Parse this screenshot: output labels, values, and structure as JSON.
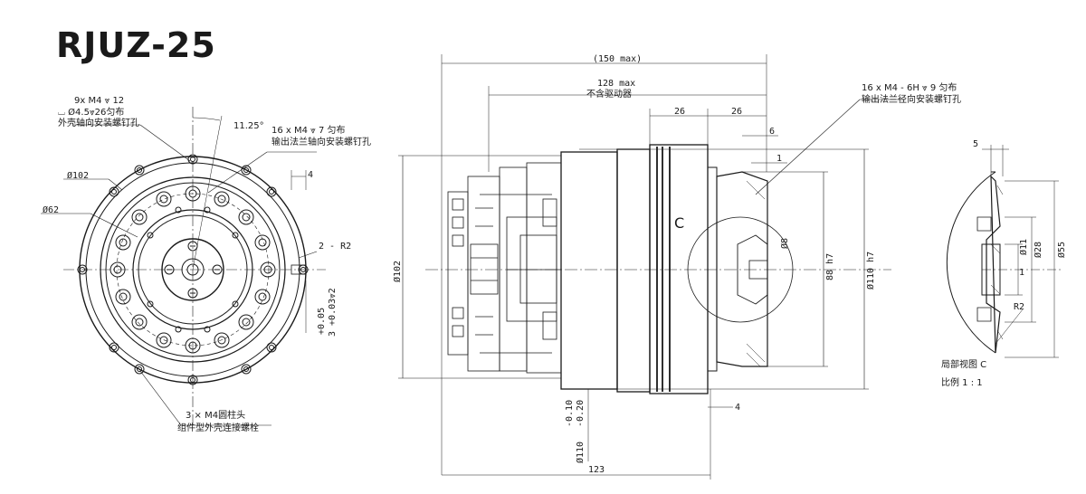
{
  "title": "RJUZ-25",
  "front_view": {
    "hole_spec_1": "9x M4 ⩔ 12",
    "hole_spec_2": "⌴ Ø4.5⩔26匀布",
    "hole_desc": "外壳轴向安装螺钉孔",
    "angle": "11.25°",
    "output_holes": "16 x M4 ⩔ 7 匀布",
    "output_desc": "输出法兰轴向安装螺钉孔",
    "dia_outer": "Ø102",
    "dia_inner": "Ø62",
    "dim_4": "4",
    "radius": "2 - R2",
    "tol_1": "+0.05",
    "tol_2": "3 +0.03⩔2",
    "bolt_spec": "3 × M4圆柱头",
    "bolt_desc": "组件型外壳连接螺栓"
  },
  "side_view": {
    "length_max": "(150 max)",
    "length_128": "128 max",
    "no_driver": "不含驱动器",
    "dim_26a": "26",
    "dim_26b": "26",
    "dim_6": "6",
    "dim_1": "1",
    "radial_holes": "16 x  M4 - 6H ⩔ 9 匀布",
    "radial_desc": "输出法兰径向安装螺钉孔",
    "dia_102": "Ø102",
    "dia_8": "Ø8",
    "dim_88": "88 h7",
    "dia_110": "Ø110 h7",
    "label_c": "C",
    "tol_neg1": "-0.10",
    "tol_neg2": "-0.20",
    "dia_110b": "Ø110",
    "dim_4b": "4",
    "dim_123": "123"
  },
  "detail_view": {
    "dim_5": "5",
    "dia_11": "Ø11",
    "dia_28": "Ø28",
    "dia_55": "Ø55",
    "dim_1": "1",
    "radius": "R2",
    "view_label": "局部视图 C",
    "scale": "比例 1 : 1"
  }
}
